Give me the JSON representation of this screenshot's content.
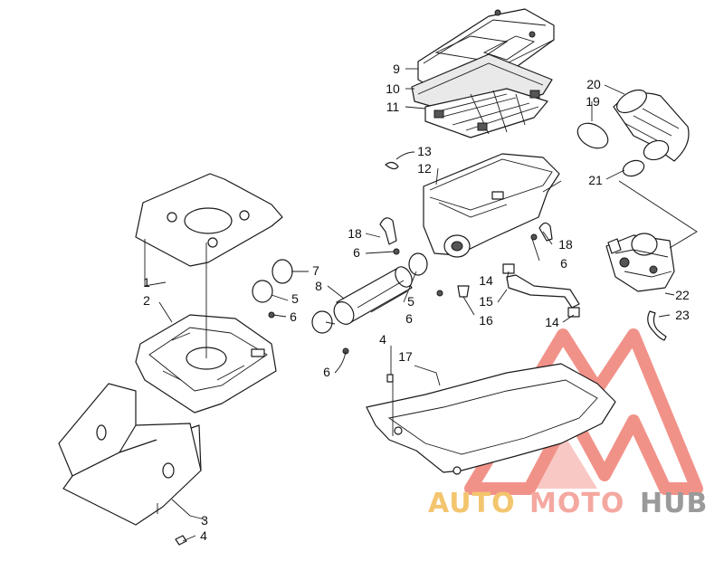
{
  "labels": [
    "1",
    "2",
    "3",
    "4",
    "5",
    "6",
    "7",
    "8",
    "9",
    "10",
    "11",
    "12",
    "13",
    "14",
    "15",
    "16",
    "17",
    "18",
    "19",
    "20",
    "21",
    "22",
    "23"
  ],
  "watermark": {
    "part1": "AUTO",
    "part2": "MOTO",
    "part3": "HUB"
  },
  "colors": {
    "watermark_red": "#e84a3c",
    "watermark_yellow": "#f3c56e",
    "watermark_grey": "#9a9a9a",
    "line": "#1a1a1a"
  }
}
